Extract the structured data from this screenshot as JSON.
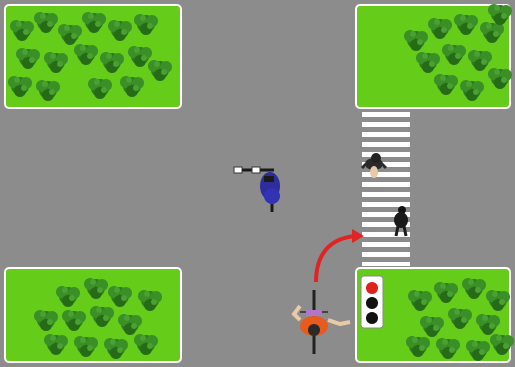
{
  "scene": {
    "name": "intersection-top-down",
    "colors": {
      "road": "#8c8c8c",
      "grass": "#66cc1a",
      "tree": "#2f7d1f",
      "curb": "#ffffff",
      "crosswalk": "#ffffff",
      "turn_arrow": "#e02424",
      "signal_red": "#e0201a",
      "signal_housing": "#ffffff",
      "motorcyclist": "#2d2d9c",
      "cyclist": "#e85a1e"
    },
    "traffic_signal": {
      "state": "red",
      "lamps": 3
    },
    "turn_arrow": {
      "direction": "right-turn"
    },
    "pedestrians": 2
  }
}
